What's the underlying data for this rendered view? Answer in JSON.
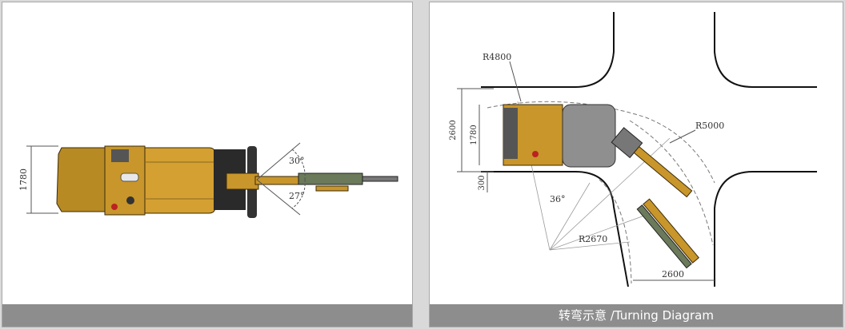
{
  "left_panel": {
    "dim_width": "1780",
    "angle_upper": "30°",
    "angle_lower": "27°",
    "caption": ""
  },
  "right_panel": {
    "label_r4800": "R4800",
    "label_r5000": "R5000",
    "label_r2670": "R2670",
    "dim_2600_vertical": "2600",
    "dim_1780": "1780",
    "dim_300": "300",
    "angle_36": "36°",
    "dim_2600_bottom": "2600",
    "caption": "转弯示意 /Turning Diagram"
  },
  "colors": {
    "machine_body": "#c8962a",
    "machine_dark": "#8a6a1e",
    "machine_gray": "#8f8f8f",
    "caption_bg": "#8d8d8d"
  }
}
